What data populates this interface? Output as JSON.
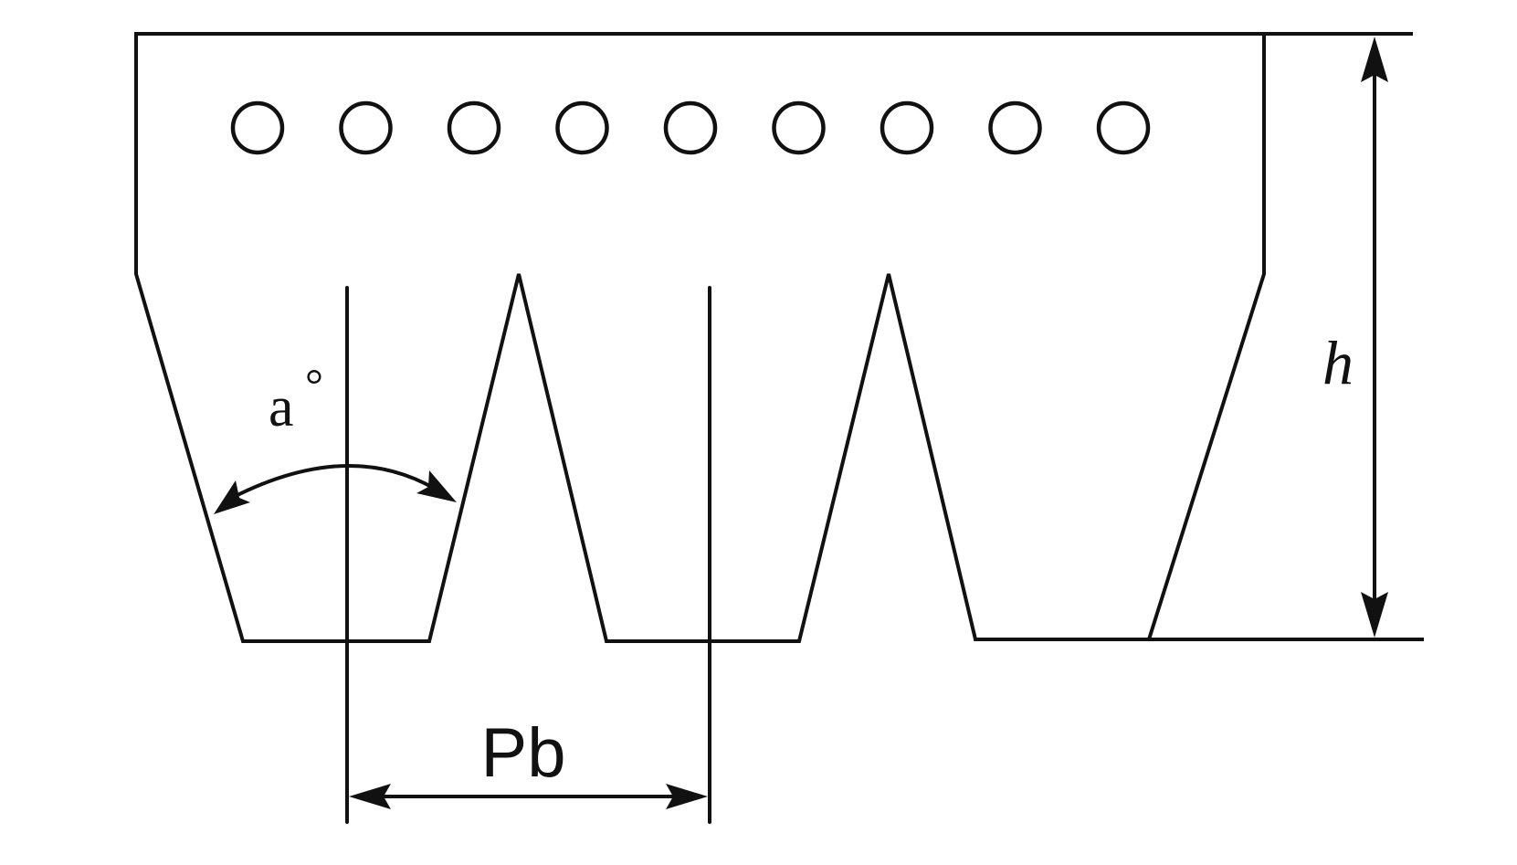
{
  "diagram": {
    "labels": {
      "angle": "a",
      "angle_symbol": "°",
      "pitch": "Pb",
      "height": "h"
    },
    "cord_count": 9,
    "colors": {
      "line": "#111111",
      "background": "#ffffff"
    }
  }
}
